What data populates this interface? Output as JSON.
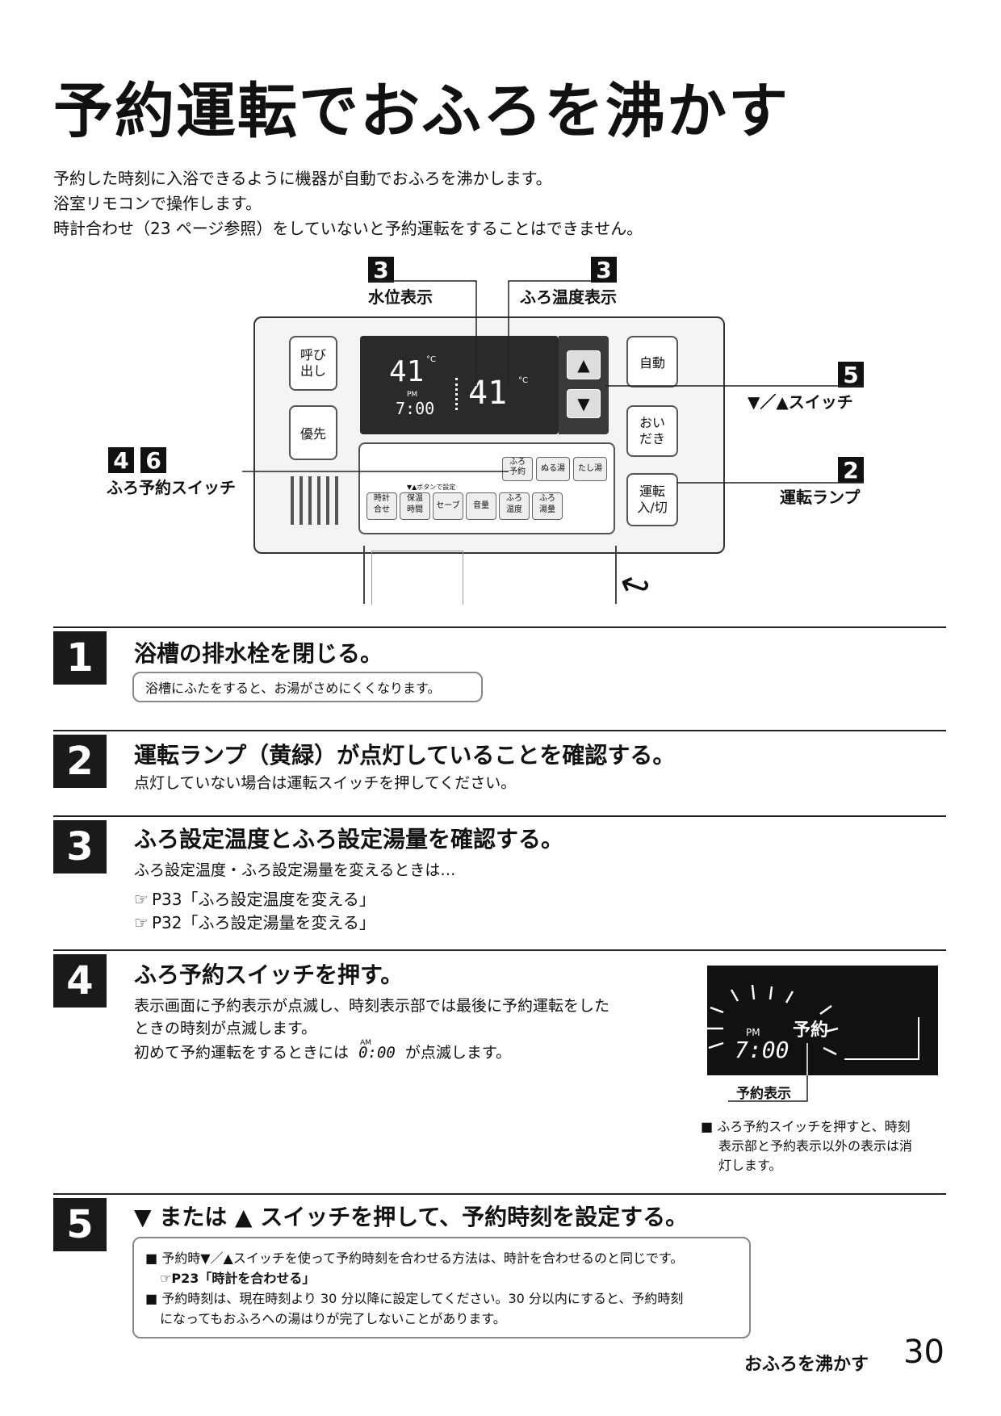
{
  "title": "予約運転でおふろを沸かす",
  "intro": [
    "予約した時刻に入浴できるように機器が自動でおふろを沸かします。",
    "浴室リモコンで操作します。",
    "時計合わせ（23 ページ参照）をしていないと予約運転をすることはできません。"
  ],
  "diagram": {
    "callouts": {
      "water_level": {
        "num": "3",
        "label": "水位表示"
      },
      "bath_temp": {
        "num": "3",
        "label": "ふろ温度表示"
      },
      "updown": {
        "num": "5",
        "label": "▼／▲スイッチ"
      },
      "reserve": {
        "num1": "4",
        "num2": "6",
        "label": "ふろ予約スイッチ"
      },
      "lamp": {
        "num": "2",
        "label": "運転ランプ"
      }
    },
    "remote": {
      "call_btn": "呼び\n出し",
      "priority_btn": "優先",
      "auto_btn": "自動",
      "reheat_btn": "おい\nだき",
      "power_btn": "運転\n入/切",
      "lcd_left_temp": "41",
      "lcd_pm": "PM",
      "lcd_time": "7:00",
      "lcd_right_temp": "41",
      "unit_c": "°C",
      "panel_buttons_top": [
        "ふろ\n予約",
        "ぬる湯",
        "たし湯"
      ],
      "panel_hint": "▼▲ボタンで設定",
      "panel_buttons_bottom": [
        "時計\n合せ",
        "保温\n時間",
        "セーブ",
        "音量",
        "ふろ\n温度",
        "ふろ\n湯量"
      ]
    }
  },
  "steps": [
    {
      "num": "1",
      "title": "浴槽の排水栓を閉じる。",
      "note": "浴槽にふたをすると、お湯がさめにくくなります。"
    },
    {
      "num": "2",
      "title": "運転ランプ（黄緑）が点灯していることを確認する。",
      "text": "点灯していない場合は運転スイッチを押してください。"
    },
    {
      "num": "3",
      "title": "ふろ設定温度とふろ設定湯量を確認する。",
      "text": "ふろ設定温度・ふろ設定湯量を変えるときは…",
      "refs": [
        "P33「ふろ設定温度を変える」",
        "P32「ふろ設定湯量を変える」"
      ]
    },
    {
      "num": "4",
      "title": "ふろ予約スイッチを押す。",
      "text": [
        "表示画面に予約表示が点滅し、時刻表示部では最後に予約運転をした",
        "ときの時刻が点滅します。"
      ],
      "text3_pre": "初めて予約運転をするときには",
      "text3_am": "AM",
      "text3_time": "0:00",
      "text3_post": "が点滅します。",
      "lcd": {
        "pm": "PM",
        "time": "7:00",
        "reserve": "予約"
      },
      "lcd_label": "予約表示",
      "side_note": [
        "■ ふろ予約スイッチを押すと、時刻",
        "表示部と予約表示以外の表示は消",
        "灯します。"
      ]
    },
    {
      "num": "5",
      "title": "▼ または ▲ スイッチを押して、予約時刻を設定する。",
      "notes": [
        "■ 予約時▼／▲スイッチを使って予約時刻を合わせる方法は、時計を合わせるのと同じです。",
        "P23「時計を合わせる」",
        "■ 予約時刻は、現在時刻より 30 分以降に設定してください。30 分以内にすると、予約時刻",
        "になってもおふろへの湯はりが完了しないことがあります。"
      ]
    }
  ],
  "ref_icon": "pointing-hand-icon",
  "footer": {
    "label": "おふろを沸かす",
    "page": "30"
  }
}
